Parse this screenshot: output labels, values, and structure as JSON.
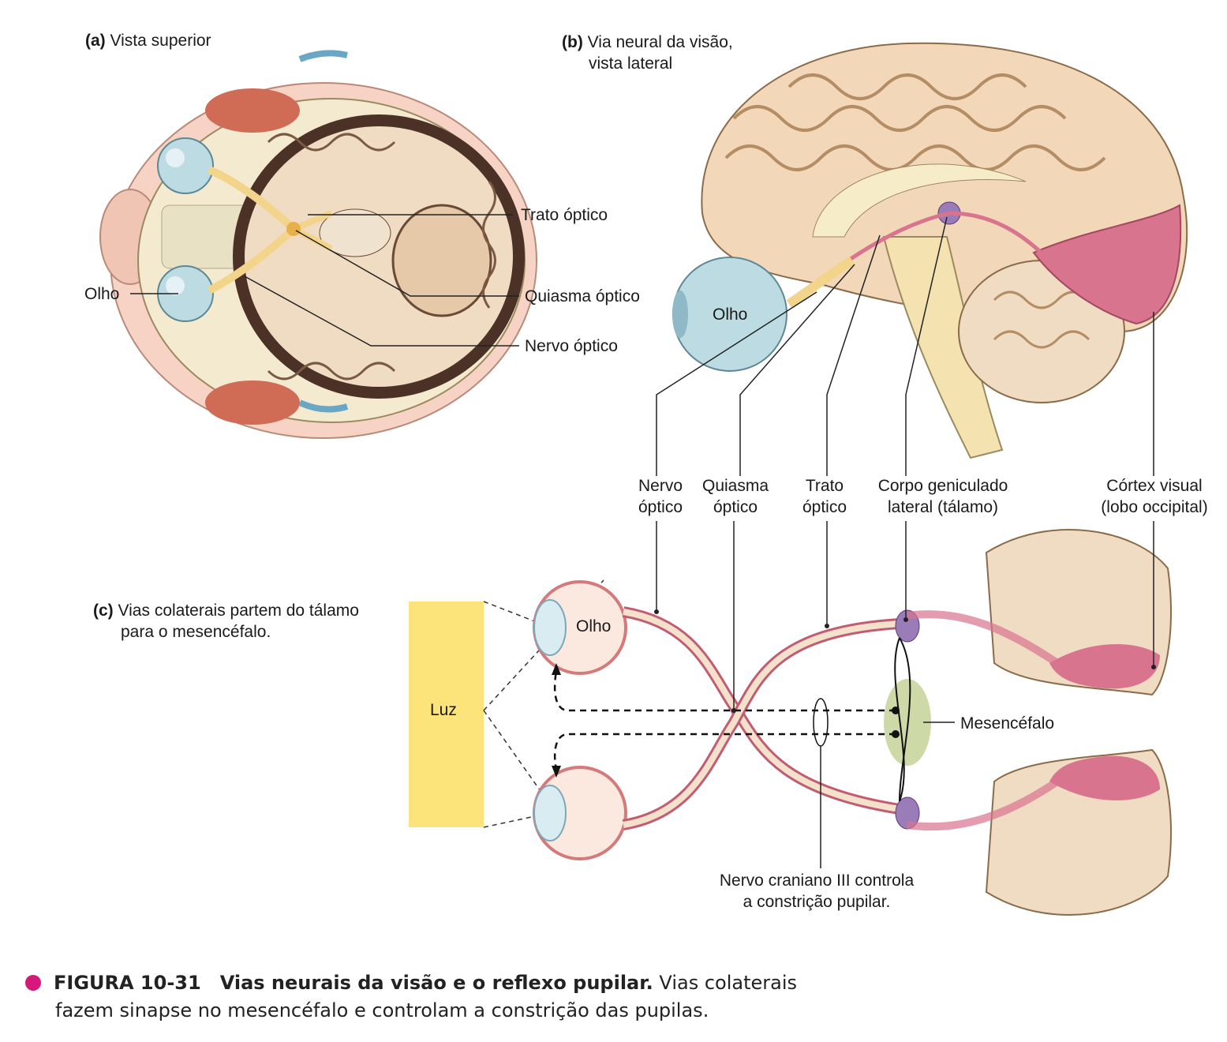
{
  "panel_a": {
    "letter": "(a)",
    "title": "Vista superior",
    "labels": {
      "trato_optico": "Trato óptico",
      "quiasma_optico": "Quiasma óptico",
      "nervo_optico": "Nervo óptico",
      "olho": "Olho"
    }
  },
  "panel_b": {
    "letter": "(b)",
    "title_line1": "Via neural da visão,",
    "title_line2": "vista lateral",
    "olho": "Olho",
    "labels": {
      "nervo_optico_1": "Nervo",
      "nervo_optico_2": "óptico",
      "quiasma_1": "Quiasma",
      "quiasma_2": "óptico",
      "trato_1": "Trato",
      "trato_2": "óptico",
      "corpo_1": "Corpo geniculado",
      "corpo_2": "lateral (tálamo)",
      "cortex_1": "Córtex visual",
      "cortex_2": "(lobo occipital)"
    }
  },
  "panel_c": {
    "letter": "(c)",
    "title_line1": "Vias colaterais partem do tálamo",
    "title_line2": "para o mesencéfalo.",
    "luz": "Luz",
    "olho": "Olho",
    "mesencefalo": "Mesencéfalo",
    "nervo_craniano_1": "Nervo craniano III controla",
    "nervo_craniano_2": "a constrição pupilar."
  },
  "caption": {
    "figure": "FIGURA 10-31",
    "title": "Vias neurais da visão e o reflexo pupilar.",
    "text_1": "Vias colaterais",
    "text_2": "fazem sinapse no mesencéfalo e controlam a constrição das pupilas."
  },
  "colors": {
    "bullet": "#d6187a",
    "luz_box": "#fce47a",
    "brain_tissue": "#f2d7b8",
    "cortex_pink": "#d9748f",
    "eye_blue": "#bcdbe3",
    "nerve_yellow": "#f2d48a",
    "mesencefalo": "#cdd9a6"
  }
}
